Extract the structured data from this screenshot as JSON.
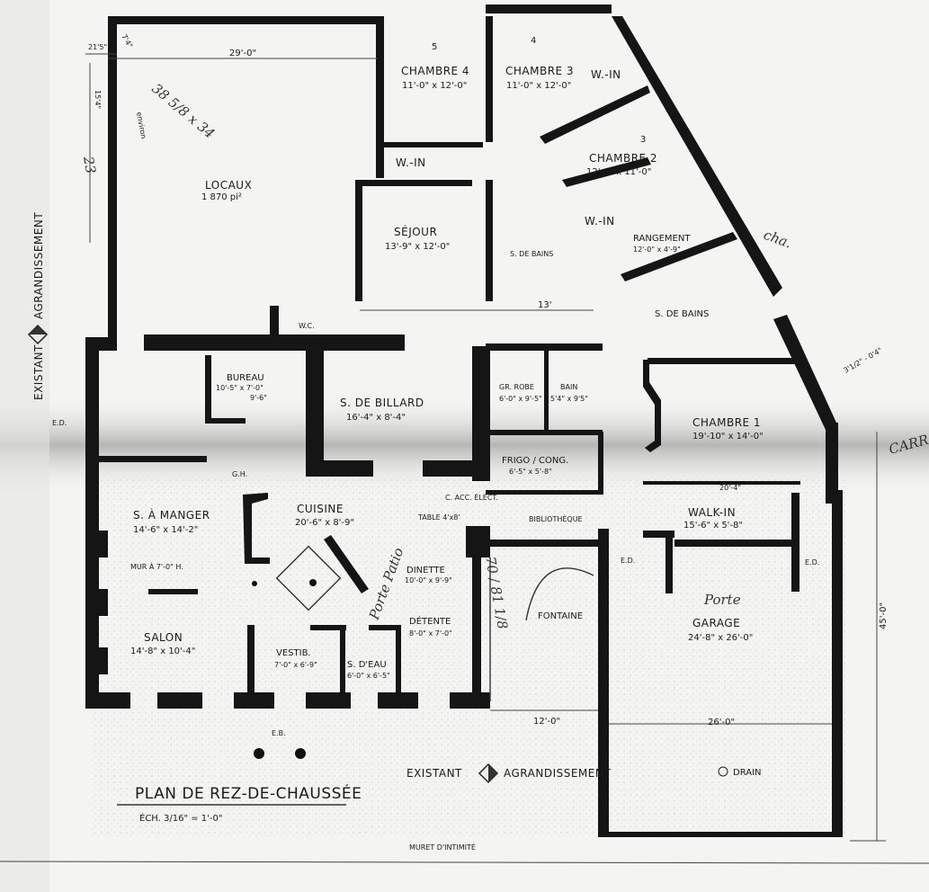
{
  "title": "PLAN DE REZ-DE-CHAUSSÉE",
  "scale": "ÉCH. 3/16\" = 1'-0\"",
  "zones": {
    "existing": "EXISTANT",
    "extension": "AGRANDISSEMENT"
  },
  "rooms": {
    "locaux": {
      "name": "LOCAUX",
      "size": "1 870 pi²"
    },
    "chambre4": {
      "name": "CHAMBRE 4",
      "size": "11'-0\" x 12'-0\"",
      "mark": "5"
    },
    "chambre3": {
      "name": "CHAMBRE 3",
      "size": "11'-0\" x 12'-0\"",
      "mark": "4"
    },
    "chambre2": {
      "name": "CHAMBRE 2",
      "size": "12'-0\" x 11'-0\"",
      "mark": "3"
    },
    "chambre1": {
      "name": "CHAMBRE 1",
      "size": "19'-10\" x 14'-0\""
    },
    "walkin_a": {
      "name": "W.-IN"
    },
    "walkin_b": {
      "name": "W.-IN"
    },
    "walkin_c": {
      "name": "W.-IN"
    },
    "sejour": {
      "name": "SÉJOUR",
      "size": "13'-9\" x 12'-0\""
    },
    "sdb1": {
      "name": "S. DE BAINS"
    },
    "rangement": {
      "name": "RANGEMENT",
      "size": "12'-0\" x 4'-9\""
    },
    "sdb2": {
      "name": "S. DE BAINS"
    },
    "bureau": {
      "name": "BUREAU",
      "size": "10'-5\" x 7'-0\"",
      "size2": "9'-6\""
    },
    "billard": {
      "name": "S. DE BILLARD",
      "size": "16'-4\" x 8'-4\""
    },
    "garderobe": {
      "name": "GR. ROBE",
      "size": "6'-0\" x 9'-5\""
    },
    "bain": {
      "name": "BAIN",
      "size": "5'4\" x 9'5\""
    },
    "frigo": {
      "name": "FRIGO / CONG.",
      "size": "6'-5\" x 5'-8\""
    },
    "walkin": {
      "name": "WALK-IN",
      "size": "15'-6\" x 5'-8\""
    },
    "manger": {
      "name": "S. À MANGER",
      "size": "14'-6\" x 14'-2\""
    },
    "cuisine": {
      "name": "CUISINE",
      "size": "20'-6\" x 8'-9\""
    },
    "dinette": {
      "name": "DINETTE",
      "size": "10'-0\" x 9'-9\""
    },
    "detente": {
      "name": "DÉTENTE",
      "size": "8'-0\" x 7'-0\""
    },
    "salon": {
      "name": "SALON",
      "size": "14'-8\" x 10'-4\""
    },
    "vestibule": {
      "name": "VESTIB.",
      "size": "7'-0\" x 6'-9\""
    },
    "sdeau": {
      "name": "S. D'EAU",
      "size": "6'-0\" x 6'-5\""
    },
    "garage": {
      "name": "GARAGE",
      "size": "24'-8\" x 26'-0\""
    },
    "wc": {
      "name": "W.C."
    }
  },
  "notes": {
    "fontaine": "FONTAINE",
    "bibliotheque": "BIBLIOTHÈQUE",
    "table": "TABLE 4'x8'",
    "elect": "C. ACC. ÉLECT.",
    "mur": "MUR À 7'-0\" H.",
    "muret": "MURET D'INTIMITÉ",
    "drain": "DRAIN",
    "ed1": "E.D.",
    "ed2": "E.D.",
    "ed3": "E.D.",
    "eb": "E.B.",
    "gh": "G.H."
  },
  "dimensions": {
    "locaux_width": "29'-0\"",
    "corridor": "13'",
    "front_a": "12'-0\"",
    "garage_w": "26'-0\"",
    "total_depth": "45'-0\"",
    "walkin_w": "20'-4\"",
    "side_a": "21'5\"",
    "side_b": "7'4\"",
    "side_c": "15'4\"",
    "bay": "3'1/2\" - 0'4\""
  },
  "handwritten": {
    "window": "38 5/8 x 34",
    "environ": "environ",
    "n23": "23",
    "porte_patio": "Porte Patio",
    "patio_dim": "70 / 81 1/8",
    "porte": "Porte",
    "carr": "CARR. T.V.",
    "cha": "cha."
  }
}
